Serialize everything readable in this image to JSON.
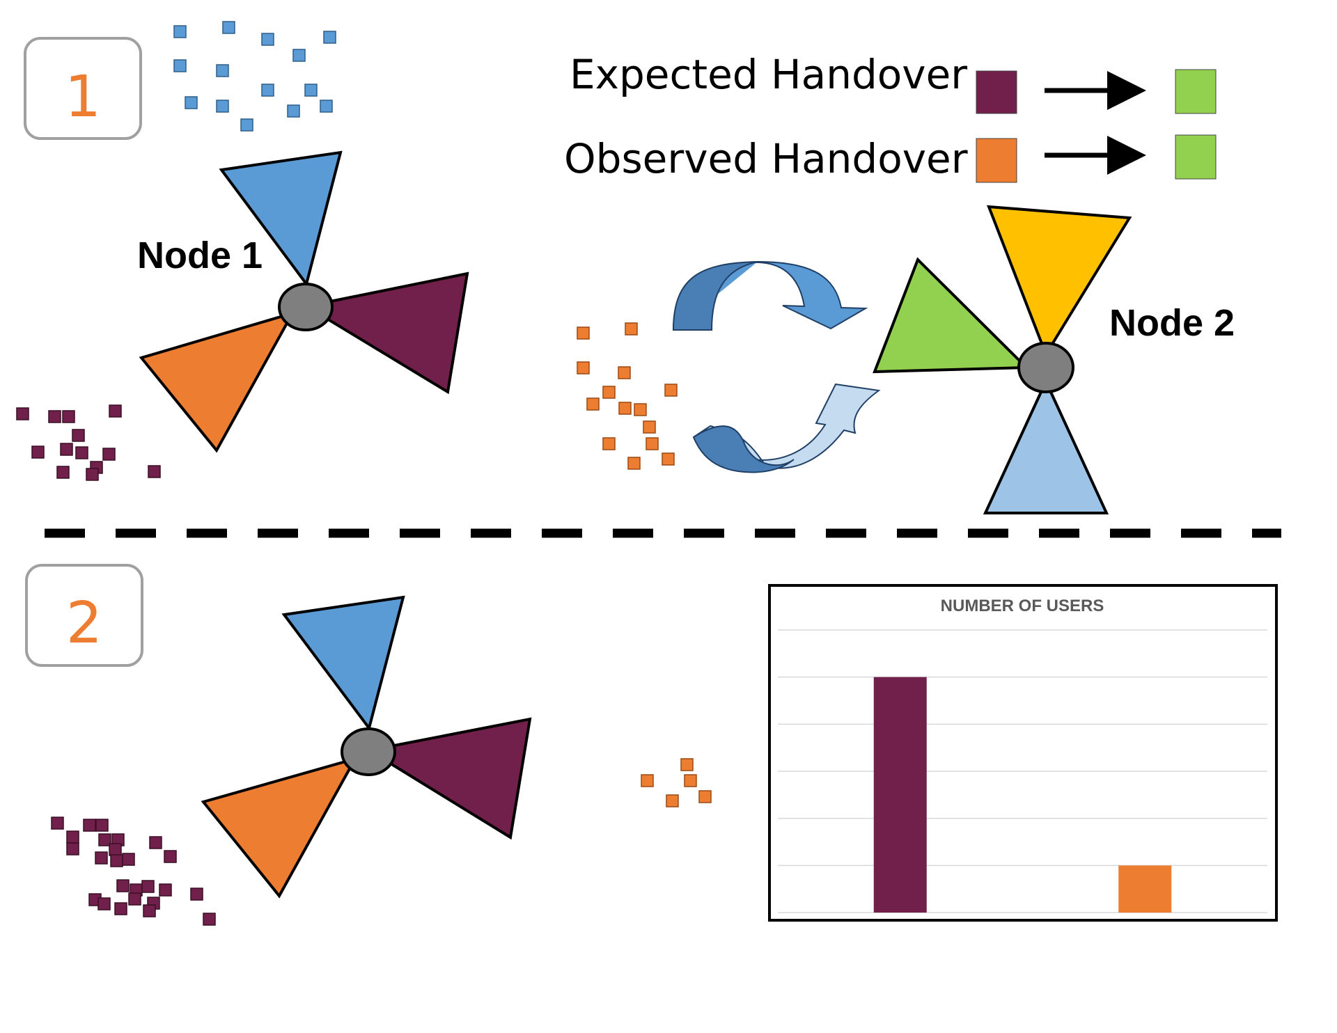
{
  "panels": {
    "panel1_number": "1",
    "panel2_number": "2"
  },
  "legend": {
    "expected_label": "Expected Handover",
    "observed_label": "Observed Handover"
  },
  "nodes": {
    "node1_label": "Node 1",
    "node2_label": "Node 2"
  },
  "colors": {
    "blue": "#5b9bd5",
    "light_blue": "#9dc3e6",
    "purple": "#70204a",
    "orange": "#ed7d31",
    "green": "#92d050",
    "yellow": "#ffc000",
    "hub_gray": "#7f7f7f",
    "panel_border": "#a0a0a0"
  },
  "chart_data": {
    "type": "bar",
    "title": "NUMBER OF USERS",
    "categories": [
      "",
      ""
    ],
    "values": [
      5,
      1
    ],
    "bar_colors": [
      "#70204a",
      "#ed7d31"
    ],
    "ylim": [
      0,
      6
    ],
    "grid": true,
    "xlabel": "",
    "ylabel": ""
  }
}
